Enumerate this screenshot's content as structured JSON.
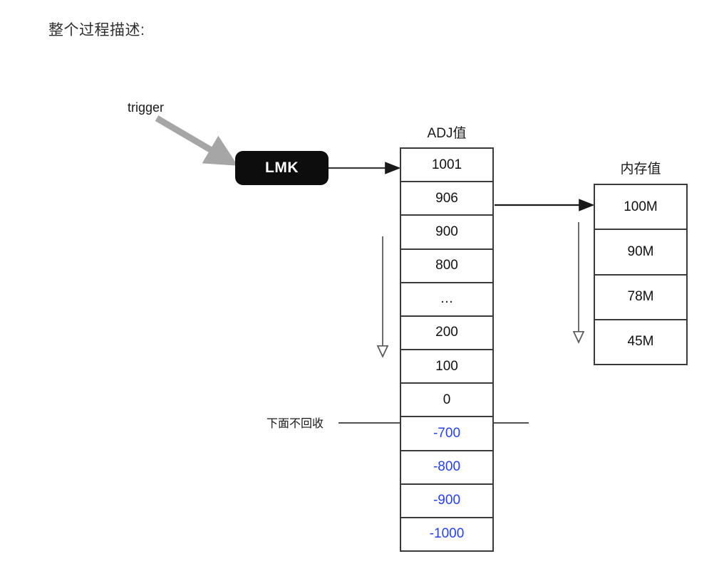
{
  "page": {
    "title": "整个过程描述:"
  },
  "diagram": {
    "trigger": {
      "label": "trigger",
      "arrow_icon": "gray-diagonal-arrow-icon"
    },
    "lmk_node": {
      "label": "LMK"
    },
    "adj_table": {
      "caption": "ADJ值",
      "rows": [
        {
          "value": "1001",
          "negative": false
        },
        {
          "value": "906",
          "negative": false
        },
        {
          "value": "900",
          "negative": false
        },
        {
          "value": "800",
          "negative": false
        },
        {
          "value": "…",
          "negative": false
        },
        {
          "value": "200",
          "negative": false
        },
        {
          "value": "100",
          "negative": false
        },
        {
          "value": "0",
          "negative": false
        },
        {
          "value": "-700",
          "negative": true
        },
        {
          "value": "-800",
          "negative": true
        },
        {
          "value": "-900",
          "negative": true
        },
        {
          "value": "-1000",
          "negative": true
        }
      ],
      "negative_color": "#2540f5",
      "down_arrow_icon": "down-arrow-outline-icon"
    },
    "memory_table": {
      "caption": "内存值",
      "rows": [
        {
          "value": "100M"
        },
        {
          "value": "90M"
        },
        {
          "value": "78M"
        },
        {
          "value": "45M"
        }
      ],
      "down_arrow_icon": "down-arrow-outline-icon"
    },
    "annotation": {
      "no_reclaim_label": "下面不回收"
    },
    "connectors": [
      {
        "name": "lmk-to-adj-arrow",
        "icon": "right-arrow-icon"
      },
      {
        "name": "adj-to-memory-arrow",
        "icon": "right-arrow-icon"
      }
    ],
    "colors": {
      "node_fill": "#0d0d0d",
      "node_text": "#ffffff",
      "line": "#3a3a3a",
      "trigger_arrow": "#a6a6a6",
      "negative_value": "#2540f5"
    }
  }
}
